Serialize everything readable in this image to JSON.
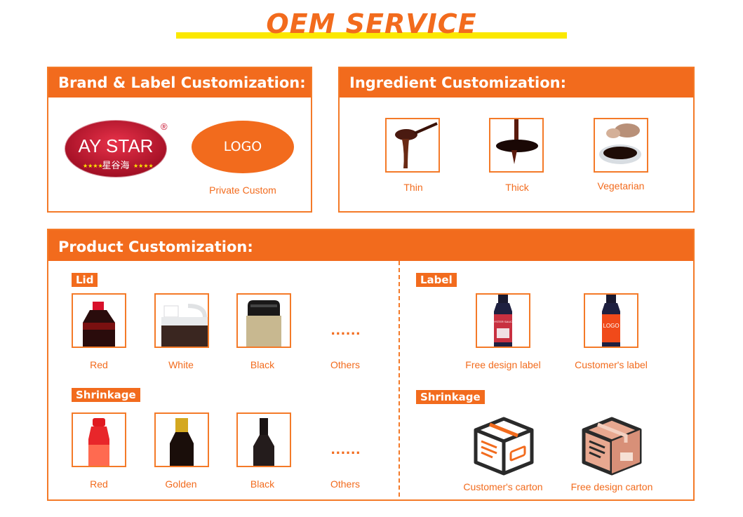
{
  "title": "OEM SERVICE",
  "brand": {
    "heading": "Brand & Label Customization:",
    "logo_text": "AY STAR",
    "logo_sub": "星谷海",
    "registered": "®",
    "logo_button": "LOGO",
    "private_custom": "Private Custom"
  },
  "ingredient": {
    "heading": "Ingredient Customization:",
    "items": [
      "Thin",
      "Thick",
      "Vegetarian"
    ]
  },
  "product": {
    "heading": "Product Customization:",
    "lid": {
      "tag": "Lid",
      "items": [
        "Red",
        "White",
        "Black",
        "Others"
      ]
    },
    "shrink_left": {
      "tag": "Shrinkage",
      "items": [
        "Red",
        "Golden",
        "Black",
        "Others"
      ]
    },
    "label": {
      "tag": "Label",
      "items": [
        "Free design label",
        "Customer's label"
      ],
      "bottle_logo": "LOGO",
      "bottle_text": "OYSTER SAUCE"
    },
    "shrink_right": {
      "tag": "Shrinkage",
      "items": [
        "Customer's carton",
        "Free design carton"
      ]
    },
    "dots": "......"
  },
  "colors": {
    "accent": "#f26b1d",
    "yellow": "#fbe800",
    "logo_red": "#c8102e"
  }
}
